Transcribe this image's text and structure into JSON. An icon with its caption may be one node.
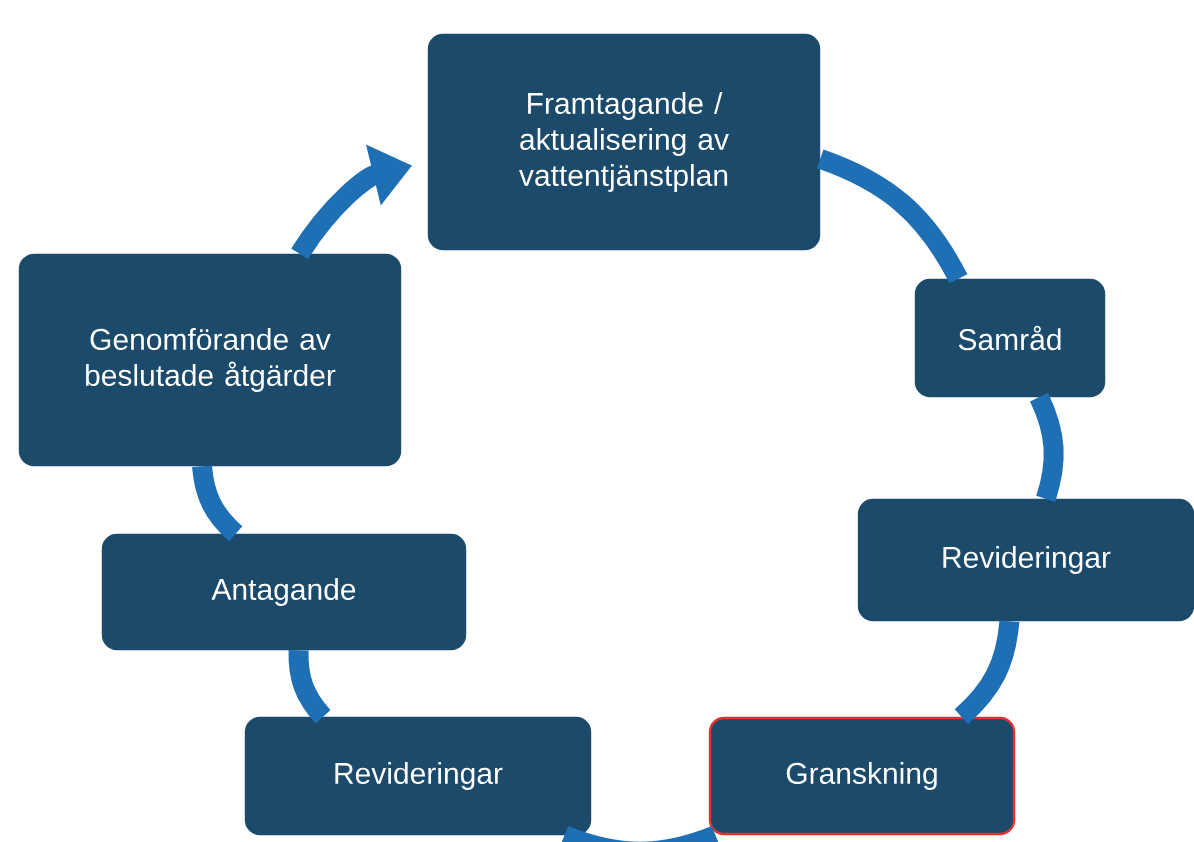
{
  "diagram": {
    "nodes": [
      {
        "text": [
          "Framtagande / aktualisering av vattentjänstplan"
        ]
      },
      {
        "text": [
          "Samråd"
        ]
      },
      {
        "text": [
          "Revideringar"
        ]
      },
      {
        "text": [
          "Granskning"
        ]
      },
      {
        "text": [
          "Revideringar"
        ]
      },
      {
        "text": [
          "Antagande"
        ]
      },
      {
        "text": [
          "Genomförande av beslutade åtgärder"
        ]
      }
    ],
    "edges": [
      {
        "from": 0,
        "to": 1,
        "arrow": "none"
      },
      {
        "from": 1,
        "to": 2,
        "arrow": "none"
      },
      {
        "from": 2,
        "to": 3,
        "arrow": "none"
      },
      {
        "from": 3,
        "to": 4,
        "arrow": "none"
      },
      {
        "from": 4,
        "to": 5,
        "arrow": "none"
      },
      {
        "from": 5,
        "to": 6,
        "arrow": "none"
      },
      {
        "from": 6,
        "to": 0,
        "arrow": "to"
      }
    ]
  }
}
